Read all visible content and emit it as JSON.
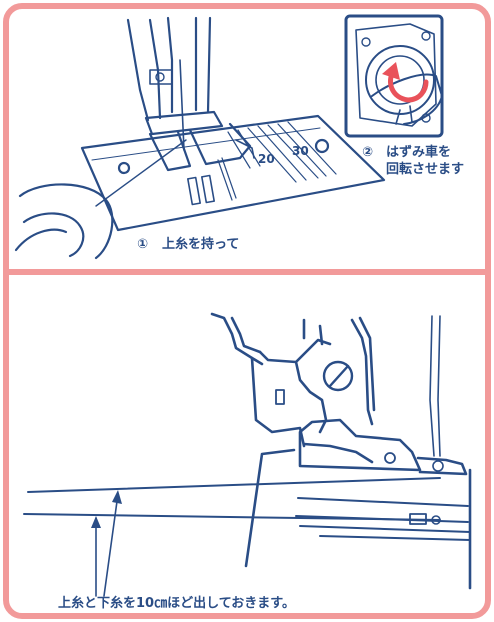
{
  "colors": {
    "frame": "#f29a9a",
    "ink": "#2a4d86",
    "accent": "#e9525a",
    "paper": "#ffffff"
  },
  "top_panel": {
    "step1": {
      "number": "①",
      "text": "上糸を持って"
    },
    "step2": {
      "number": "②",
      "line1": "はずみ車を",
      "line2": "回転させます"
    },
    "scale_labels": [
      "20",
      "30"
    ]
  },
  "bottom_panel": {
    "caption": "上糸と下糸を10㎝ほど出しておきます。"
  }
}
